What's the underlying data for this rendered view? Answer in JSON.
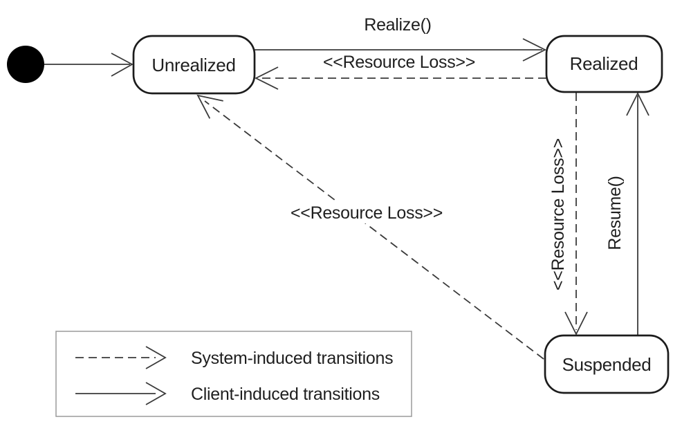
{
  "diagram": {
    "type": "uml-state-diagram",
    "states": [
      {
        "id": "unrealized",
        "label": "Unrealized"
      },
      {
        "id": "realized",
        "label": "Realized"
      },
      {
        "id": "suspended",
        "label": "Suspended"
      }
    ],
    "initial_state": {
      "shape": "filled-circle",
      "points_to": "unrealized"
    },
    "transitions": [
      {
        "from": "initial",
        "to": "unrealized",
        "label": "",
        "kind": "client-induced",
        "style": "solid"
      },
      {
        "from": "unrealized",
        "to": "realized",
        "label": "Realize()",
        "kind": "client-induced",
        "style": "solid"
      },
      {
        "from": "realized",
        "to": "unrealized",
        "label": "<<Resource Loss>>",
        "kind": "system-induced",
        "style": "dashed"
      },
      {
        "from": "realized",
        "to": "suspended",
        "label": "<<Resource Loss>>",
        "kind": "system-induced",
        "style": "dashed"
      },
      {
        "from": "suspended",
        "to": "realized",
        "label": "Resume()",
        "kind": "client-induced",
        "style": "solid"
      },
      {
        "from": "suspended",
        "to": "unrealized",
        "label": "<<Resource Loss>>",
        "kind": "system-induced",
        "style": "dashed"
      }
    ],
    "legend": {
      "items": [
        {
          "style": "dashed",
          "label": "System-induced transitions"
        },
        {
          "style": "solid",
          "label": "Client-induced transitions"
        }
      ]
    },
    "colors": {
      "background": "#ffffff",
      "state_border": "#1c1c1c",
      "line": "#3a3a3a",
      "text": "#1f1f1f",
      "legend_border": "#9a9a9a",
      "initial_fill": "#000000"
    }
  }
}
